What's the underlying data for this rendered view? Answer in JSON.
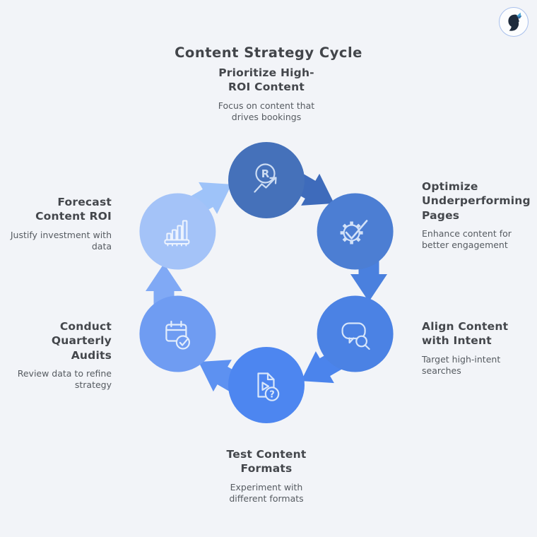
{
  "page": {
    "title": "Content Strategy Cycle"
  },
  "colors": {
    "background": "#f2f4f8",
    "heading": "#44474c",
    "body_text": "#565b61"
  },
  "logo": {
    "description": "head-silhouette-with-butterfly"
  },
  "steps": [
    {
      "name": "prioritize-high-roi-content",
      "title": "Prioritize High-\nROI Content",
      "desc": "Focus on content that\ndrives bookings",
      "color": "#4571ba",
      "icon": "roi-circle-arrow-icon",
      "icon_stroke": "#ccdcf3",
      "icon_letter": "R"
    },
    {
      "name": "optimize-underperforming-pages",
      "title": "Optimize\nUnderperforming\nPages",
      "desc": "Enhance content for\nbetter engagement",
      "color": "#4c7ed3",
      "icon": "gear-check-icon",
      "icon_stroke": "#d3e2f8"
    },
    {
      "name": "align-content-with-intent",
      "title": "Align Content\nwith Intent",
      "desc": "Target high-intent\nsearches",
      "color": "#4b82e4",
      "icon": "chat-search-icon",
      "icon_stroke": "#d6e5fa"
    },
    {
      "name": "test-content-formats",
      "title": "Test Content\nFormats",
      "desc": "Experiment with\ndifferent formats",
      "color": "#4d86f0",
      "icon": "document-question-icon",
      "icon_stroke": "#d9e7fb",
      "icon_letter": "?"
    },
    {
      "name": "conduct-quarterly-audits",
      "title": "Conduct\nQuarterly\nAudits",
      "desc": "Review data to refine\nstrategy",
      "color": "#6f9cf2",
      "icon": "calendar-check-icon",
      "icon_stroke": "#e2edfc"
    },
    {
      "name": "forecast-content-roi",
      "title": "Forecast\nContent ROI",
      "desc": "Justify investment with\ndata",
      "color": "#a4c3f8",
      "icon": "bar-chart-icon",
      "icon_stroke": "#eef4fe"
    }
  ],
  "arrows": [
    {
      "name": "arrow-forecast-to-prioritize",
      "color": "#9ec3f9"
    },
    {
      "name": "arrow-prioritize-to-optimize",
      "color": "#3e6bbb"
    },
    {
      "name": "arrow-optimize-to-align",
      "color": "#4a80de"
    },
    {
      "name": "arrow-align-to-test",
      "color": "#4b84ec"
    },
    {
      "name": "arrow-test-to-audits",
      "color": "#5d91f1"
    },
    {
      "name": "arrow-audits-to-forecast",
      "color": "#80a9f5"
    }
  ]
}
